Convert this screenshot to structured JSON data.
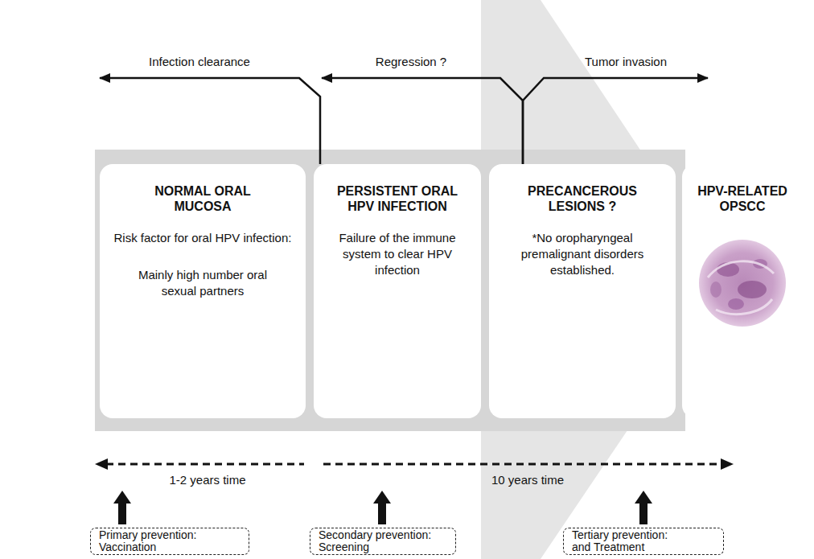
{
  "diagram": {
    "nodes": [
      {
        "text": [
          "NORMAL ORAL MUCOSA",
          "Risk factor for oral HPV infection:",
          "Mainly high number oral sexual partners"
        ]
      },
      {
        "text": [
          "PERSISTENT ORAL HPV INFECTION",
          "Failure of the immune system to clear HPV infection"
        ]
      },
      {
        "text": [
          "PRECANCEROUS LESIONS ?",
          "*No oropharyngeal premalignant disorders established."
        ]
      },
      {
        "text": [
          "HPV-RELATED OPSCC"
        ]
      },
      {
        "text": [
          "Primary prevention: Vaccination"
        ]
      },
      {
        "text": [
          "Secondary prevention: Screening"
        ]
      },
      {
        "text": [
          "Tertiary prevention: and Treatment"
        ]
      }
    ],
    "edges": [
      {
        "from": 1,
        "to": 0,
        "label": "Infection clearance",
        "arrow": "to"
      },
      {
        "from": 2,
        "to": 1,
        "label": "Regression ?",
        "arrow": "to"
      },
      {
        "from": 2,
        "to": 3,
        "label": "Tumor invasion",
        "arrow": "to"
      }
    ],
    "labels": [
      "1-2 years time",
      "10 years time"
    ]
  }
}
